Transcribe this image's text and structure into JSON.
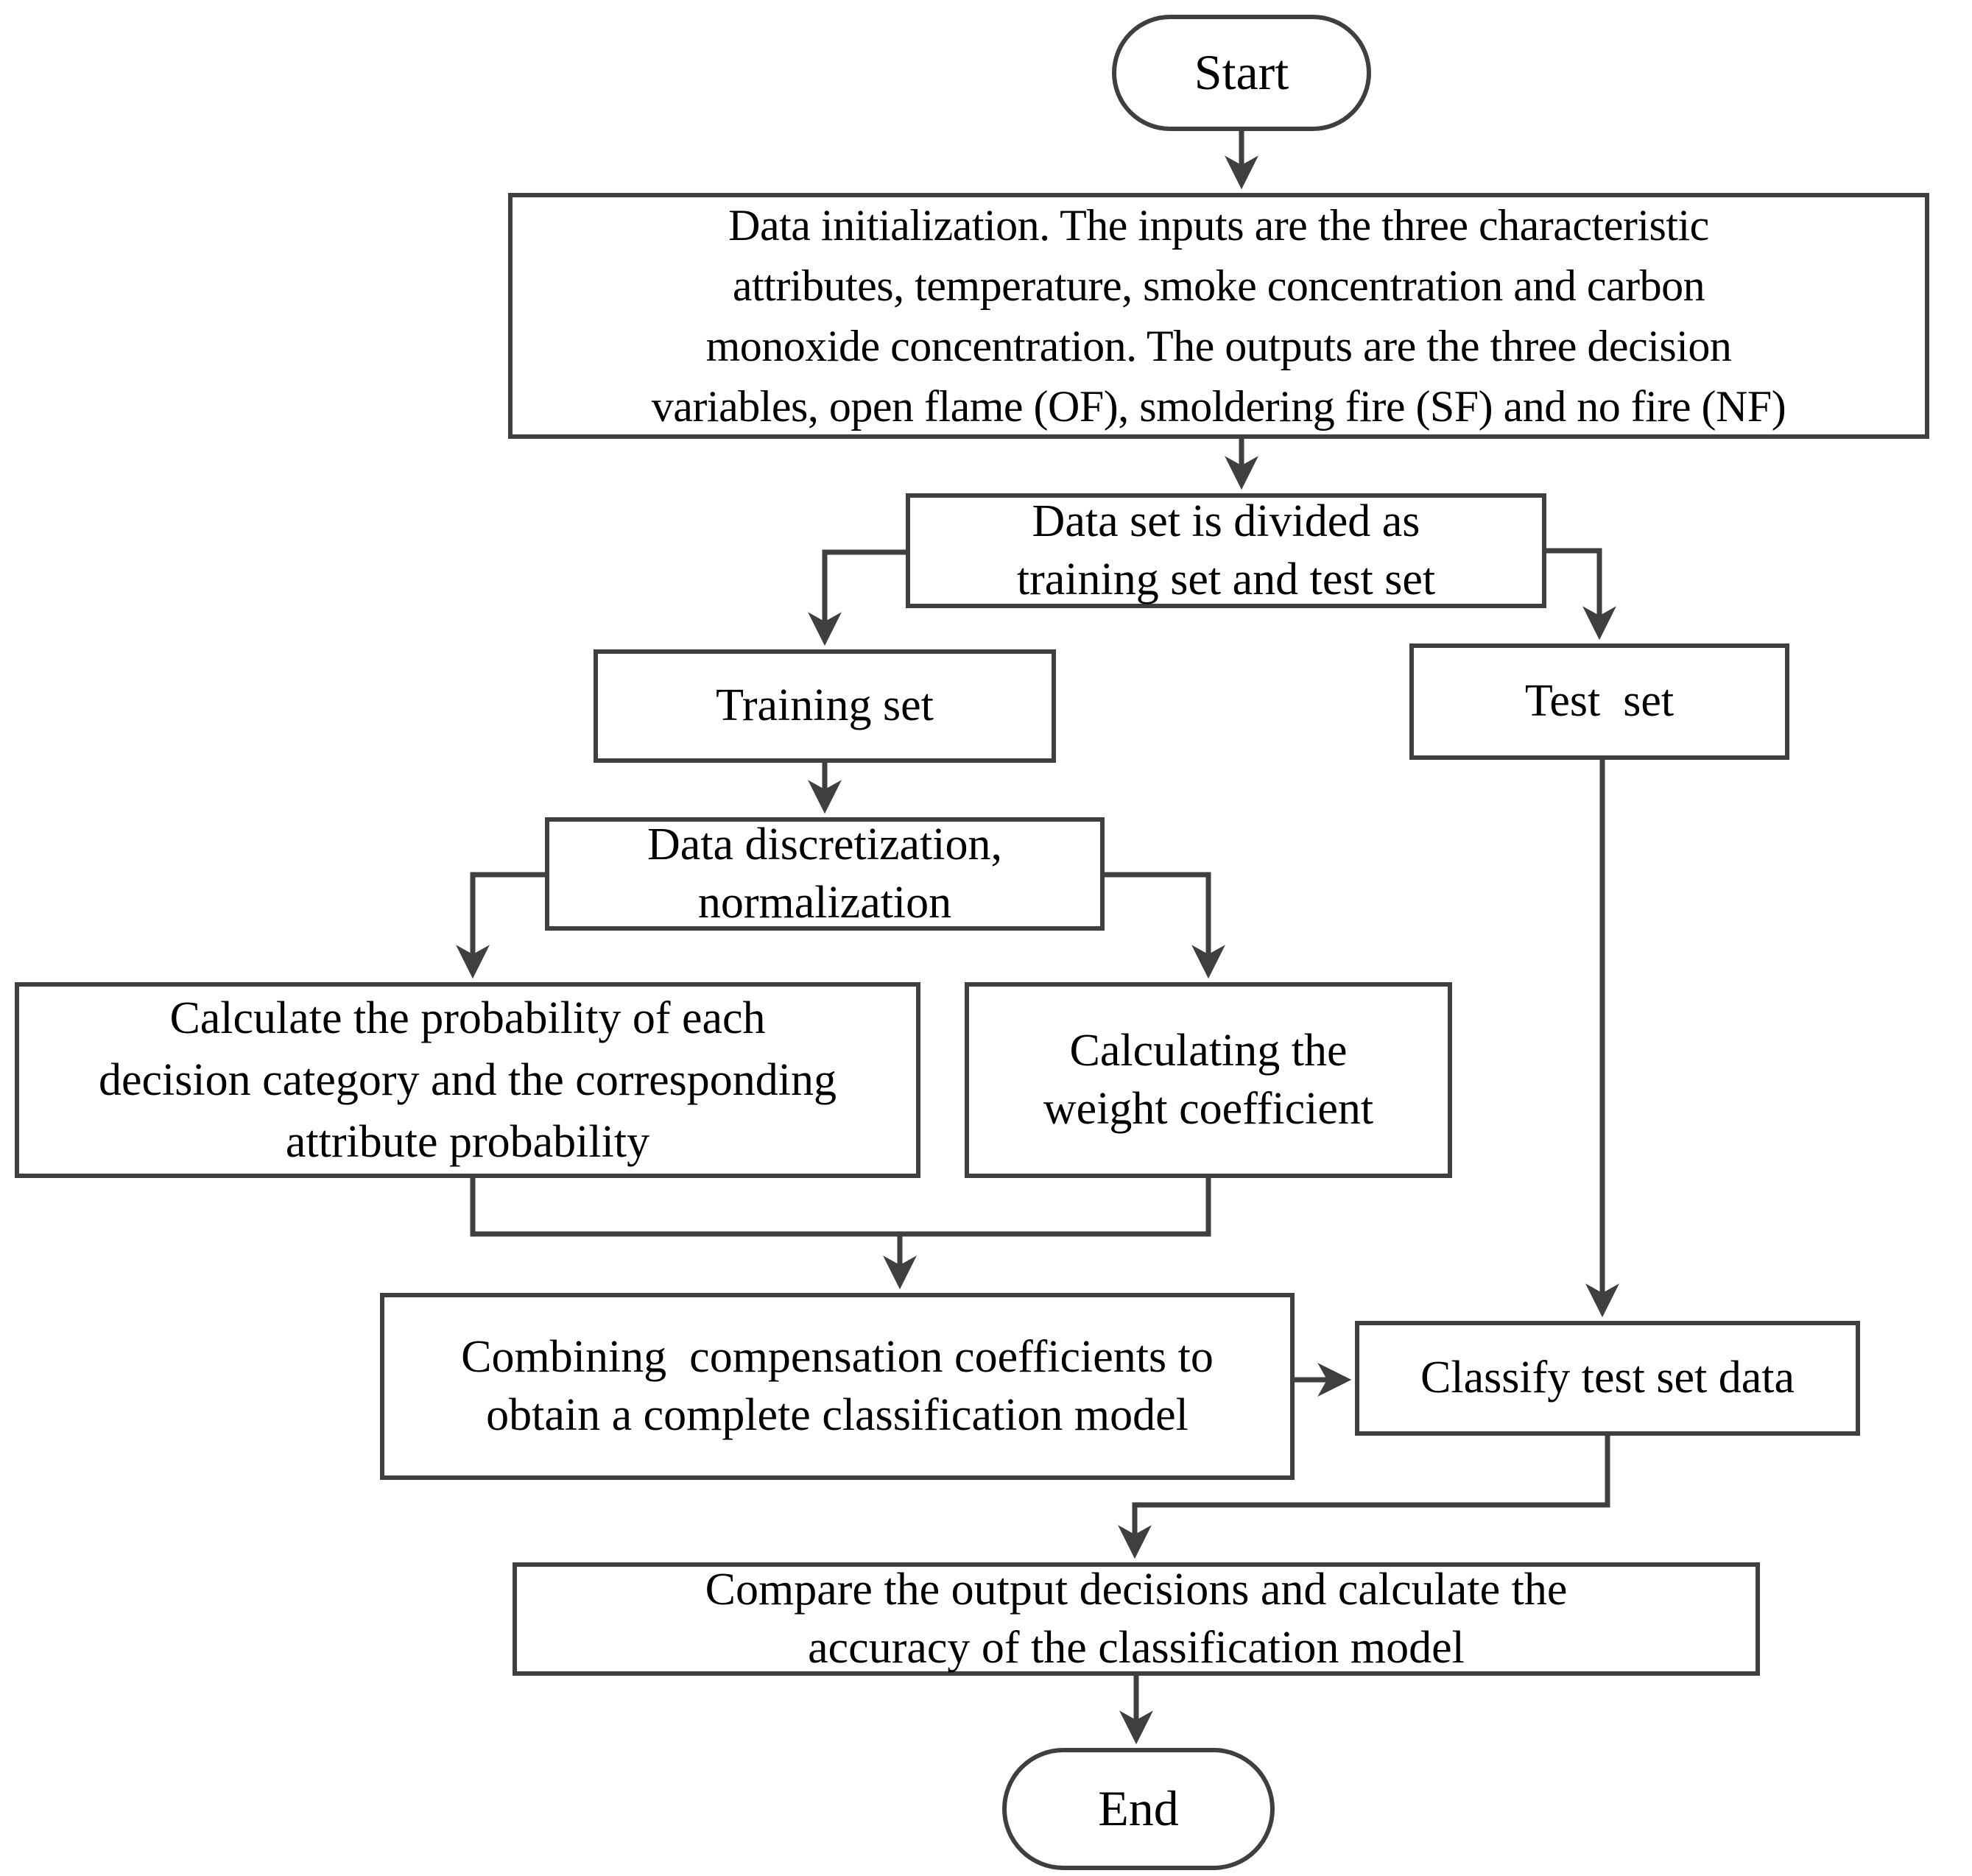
{
  "colors": {
    "stroke": "#3f3f3f",
    "text": "#000000",
    "background": "#ffffff"
  },
  "nodes": {
    "start": {
      "type": "terminator",
      "label": "Start"
    },
    "data_initialization": {
      "type": "process",
      "lines": [
        "Data initialization. The inputs are the three characteristic",
        "attributes, temperature, smoke concentration and carbon",
        "monoxide concentration. The outputs are the three decision",
        "variables, open flame (OF), smoldering fire (SF) and no fire (NF)"
      ]
    },
    "data_split": {
      "type": "process",
      "lines": [
        "Data set is divided as",
        "training set and test set"
      ]
    },
    "training_set": {
      "type": "process",
      "label": "Training set"
    },
    "test_set": {
      "type": "process",
      "label": "Test  set"
    },
    "discretization": {
      "type": "process",
      "lines": [
        "Data discretization,",
        "normalization"
      ]
    },
    "probability": {
      "type": "process",
      "lines": [
        "Calculate the probability of each",
        "decision category and the corresponding",
        "attribute probability"
      ]
    },
    "weight_coefficient": {
      "type": "process",
      "lines": [
        "Calculating the",
        "weight coefficient"
      ]
    },
    "combining": {
      "type": "process",
      "lines": [
        "Combining  compensation coefficients to",
        "obtain a complete classification model"
      ]
    },
    "classify": {
      "type": "process",
      "label": "Classify test set data"
    },
    "compare": {
      "type": "process",
      "lines": [
        "Compare the output decisions and calculate the",
        "accuracy of the classification model"
      ]
    },
    "end": {
      "type": "terminator",
      "label": "End"
    }
  }
}
